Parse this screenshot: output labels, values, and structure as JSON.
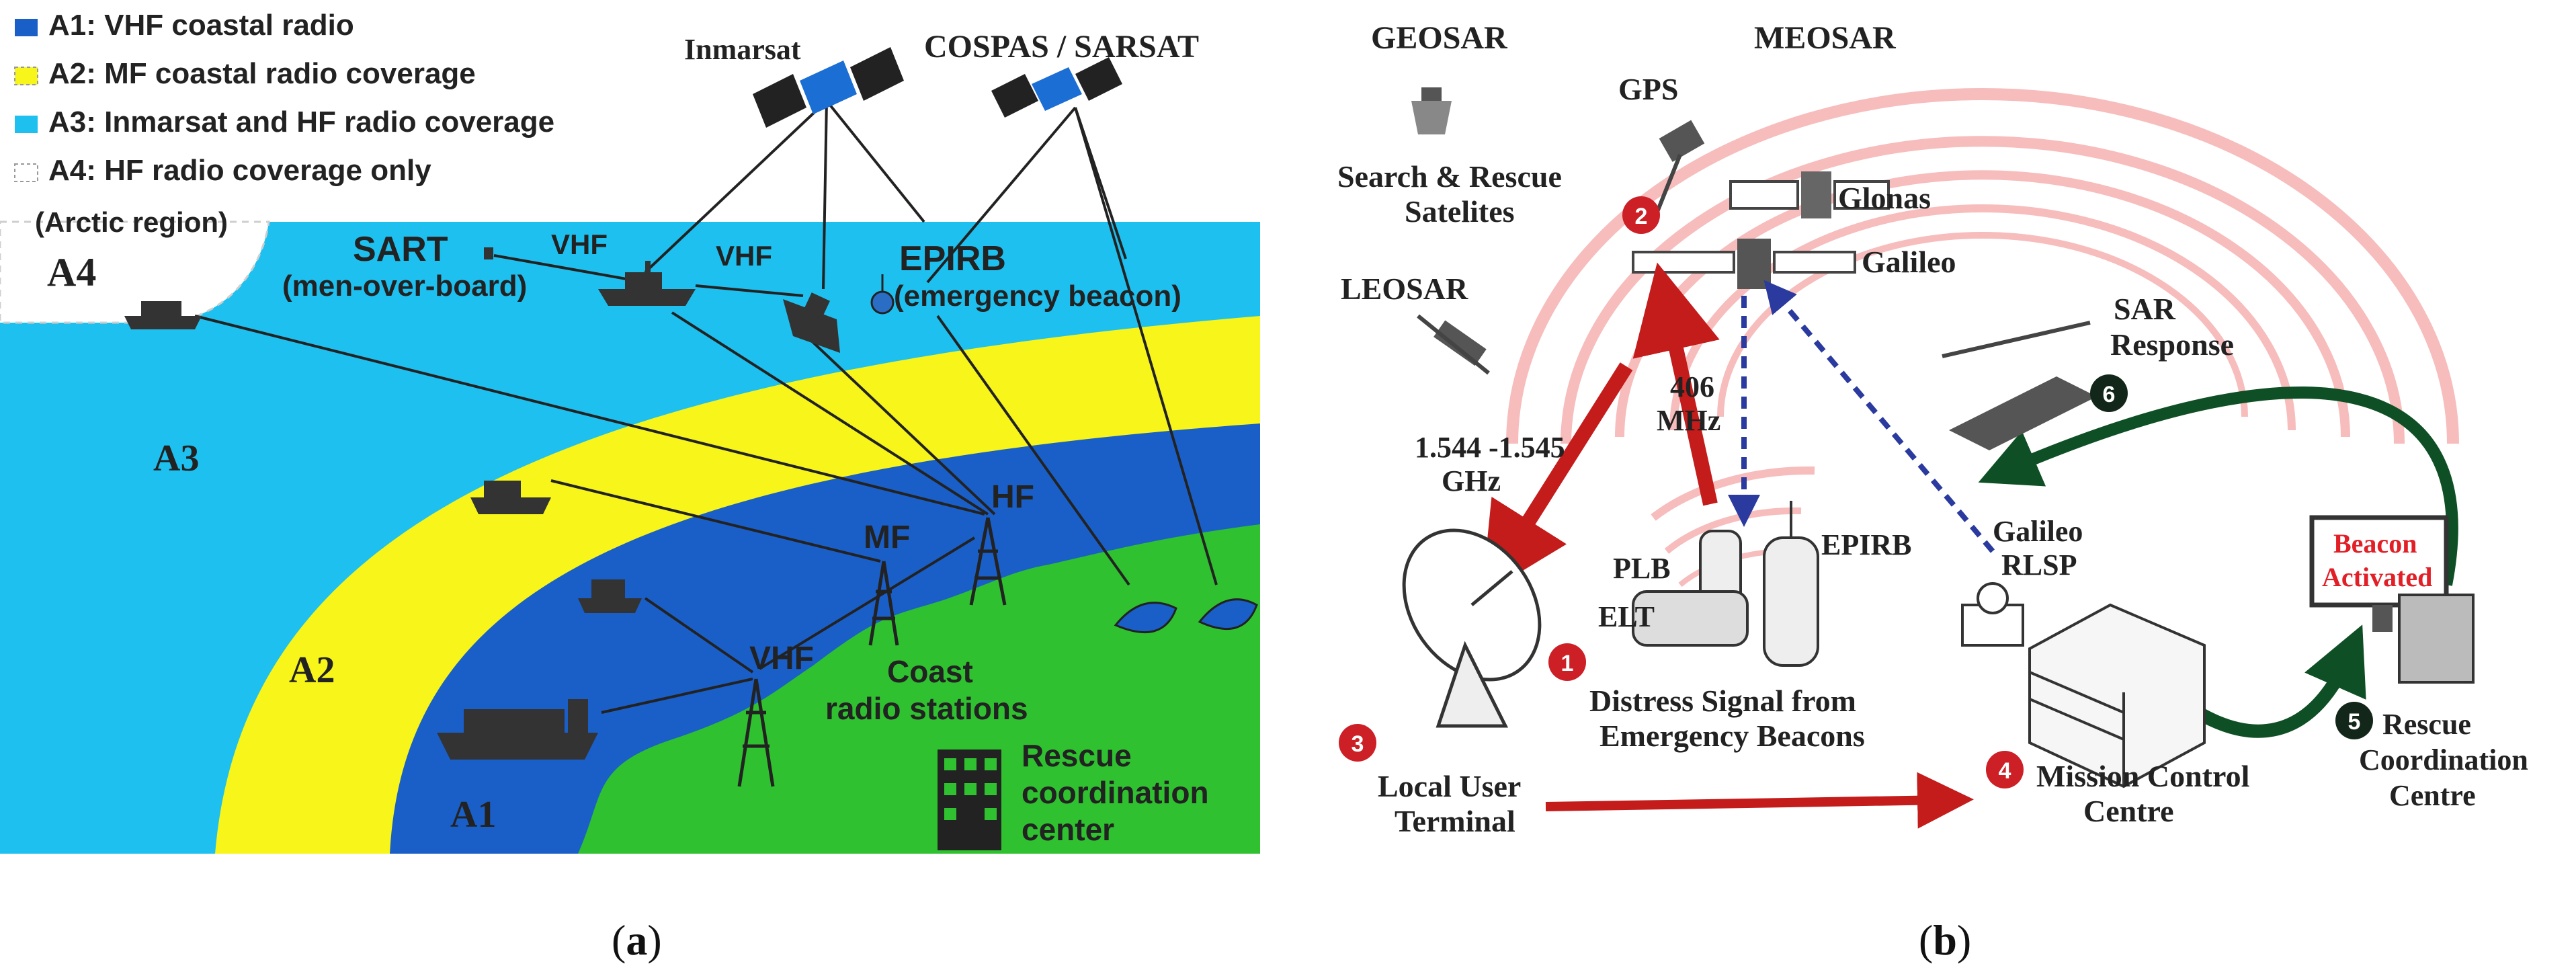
{
  "panel_a": {
    "legend": [
      {
        "label": "A1: VHF coastal radio",
        "swatch_color": "#1a5fc8",
        "dashed": false
      },
      {
        "label": "A2: MF coastal radio coverage",
        "swatch_color": "#f7f51a",
        "dashed": true
      },
      {
        "label": "A3: Inmarsat and HF radio coverage",
        "swatch_color": "#1ec0f0",
        "dashed": false
      },
      {
        "label": "A4: HF radio coverage only",
        "swatch_color": "#ffffff",
        "dashed": true
      }
    ],
    "satellites": {
      "inmarsat": "Inmarsat",
      "cospas": "COSPAS / SARSAT"
    },
    "region_labels": {
      "arctic": "(Arctic region)",
      "a4": "A4",
      "a3": "A3",
      "a2": "A2",
      "a1": "A1"
    },
    "sart": "SART",
    "sart_sub": "(men-over-board)",
    "vhf1": "VHF",
    "vhf2": "VHF",
    "epirb": "EPIRB",
    "epirb_sub": "(emergency beacon)",
    "stations": {
      "hf": "HF",
      "mf": "MF",
      "vhf": "VHF"
    },
    "coast": "Coast",
    "coast2": "radio stations",
    "rescue": "Rescue",
    "rescue2": "coordination",
    "rescue3": "center",
    "colors": {
      "a1": "#1a5fc8",
      "a2": "#f7f51a",
      "a3": "#1ec0f0",
      "land": "#2fc12f",
      "ink": "#222222"
    },
    "caption_open": "(",
    "caption_letter": "a",
    "caption_close": ")"
  },
  "panel_b": {
    "geosar": "GEOSAR",
    "meosar": "MEOSAR",
    "search_rescue": "Search & Rescue",
    "satelites": "Satelites",
    "gps": "GPS",
    "glonas": "Glonas",
    "galileo": "Galileo",
    "leosar": "LEOSAR",
    "freq1": "1.544 -1.545",
    "freq2": "GHz",
    "freq406": "406",
    "mhz": "MHz",
    "plb": "PLB",
    "elt": "ELT",
    "epirb": "EPIRB",
    "distress1": "Distress Signal from",
    "distress2": "Emergency Beacons",
    "local1": "Local User",
    "local2": "Terminal",
    "galileo_rlsp1": "Galileo",
    "galileo_rlsp2": "RLSP",
    "mcc1": "Mission Control",
    "mcc2": "Centre",
    "sar1": "SAR",
    "sar2": "Response",
    "beacon1": "Beacon",
    "beacon2": "Activated",
    "rcc1": "Rescue",
    "rcc2": "Coordination",
    "rcc3": "Centre",
    "steps": [
      "1",
      "2",
      "3",
      "4",
      "5",
      "6"
    ],
    "colors": {
      "step_red": "#cc1f26",
      "step_dark": "#12261a",
      "arrow_red": "#c41b1b",
      "arrow_green": "#0f4f25",
      "dashed_blue": "#2a3a9e",
      "beacon_text": "#e21f26"
    },
    "caption_open": "(",
    "caption_letter": "b",
    "caption_close": ")"
  }
}
